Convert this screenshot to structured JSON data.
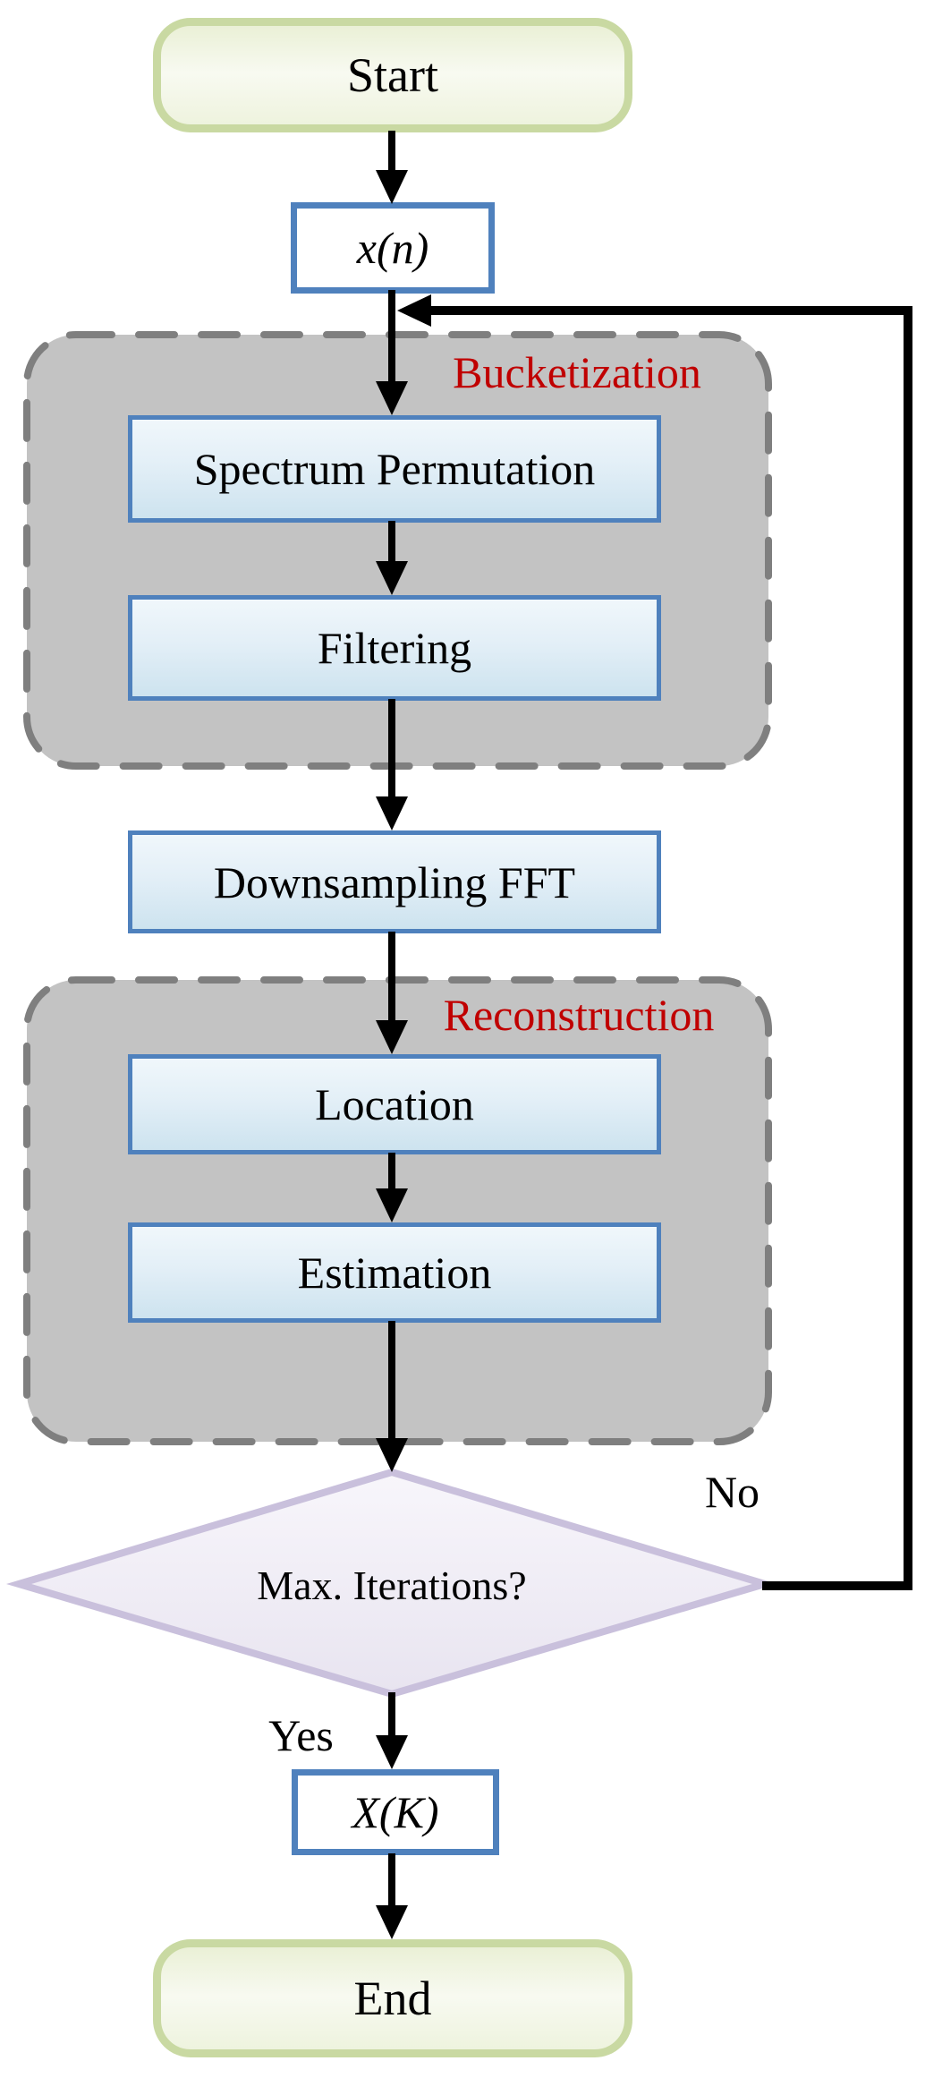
{
  "diagram": {
    "type": "flowchart",
    "nodes": {
      "start": "Start",
      "input_signal": "x(n)",
      "spectrum_permutation": "Spectrum Permutation",
      "filtering": "Filtering",
      "downsampling_fft": "Downsampling FFT",
      "location": "Location",
      "estimation": "Estimation",
      "decision": "Max. Iterations?",
      "output_spectrum": "X(K)",
      "end": "End"
    },
    "groups": {
      "bucketization": "Bucketization",
      "reconstruction": "Reconstruction"
    },
    "branch_labels": {
      "no": "No",
      "yes": "Yes"
    },
    "colors": {
      "group_fill": "#c3c3c3",
      "group_border": "#7f7f7f",
      "group_label_text": "#c00000",
      "process_border": "#4f81bd",
      "process_fill_top": "#f0f7fb",
      "process_fill_bottom": "#cde3ef",
      "terminator_border": "#c9d9a2",
      "terminator_fill": "#f2f6e4",
      "decision_border": "#c9c0dc",
      "decision_fill_top": "#f7f5fa",
      "decision_fill_bottom": "#e8e4f0",
      "arrow": "#000000"
    }
  }
}
